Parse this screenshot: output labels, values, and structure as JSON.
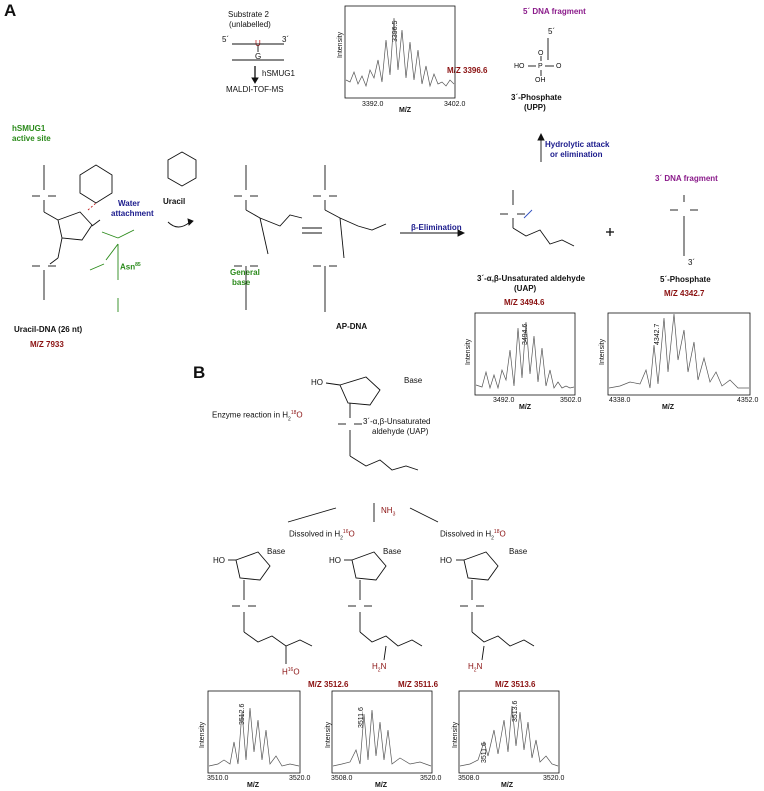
{
  "panel_a": "A",
  "panel_b": "B",
  "substrate": {
    "title": "Substrate 2",
    "subtitle": "(unlabelled)",
    "five": "5´",
    "three": "3´",
    "u": "U",
    "g": "G"
  },
  "enzyme": "hSMUG1",
  "method": "MALDI-TOF-MS",
  "spec_top": {
    "peak": "3396.5",
    "mz": "M/Z 3396.6",
    "x_left": "3392.0",
    "x_right": "3402.0",
    "xlabel": "M/Z",
    "ylabel": "Intensity"
  },
  "frag5": {
    "title": "5´ DNA fragment",
    "name": "3´-Phosphate",
    "abbr": "(UPP)",
    "top": "5´"
  },
  "hydro": {
    "line1": "Hydrolytic attack",
    "line2": "or elimination"
  },
  "frag3": {
    "title": "3´ DNA fragment"
  },
  "active_site": {
    "line1": "hSMUG1",
    "line2": "active site"
  },
  "water": {
    "line1": "Water",
    "line2": "attachment"
  },
  "uracil": "Uracil",
  "general_base": {
    "line1": "General",
    "line2": "base"
  },
  "asn": "Asn",
  "asn_sup": "85",
  "uracil_dna": {
    "name": "Uracil-DNA (26 nt)",
    "mz": "M/Z 7933"
  },
  "ap_dna": "AP-DNA",
  "beta_elim": "β-Elimination",
  "uap": {
    "name": "3´-α,β-Unsaturated aldehyde",
    "abbr": "(UAP)",
    "mz": "M/Z 3494.6"
  },
  "phos5": {
    "name": "5´-Phosphate",
    "mz": "M/Z 4342.7",
    "bottom": "3´"
  },
  "spec_uap": {
    "peak": "3494.6",
    "x_left": "3492.0",
    "x_right": "3502.0",
    "xlabel": "M/Z",
    "ylabel": "Intensity"
  },
  "spec_phos": {
    "peak": "4342.7",
    "x_left": "4338.0",
    "x_right": "4352.0",
    "xlabel": "M/Z",
    "ylabel": "Intensity"
  },
  "panel_b_labels": {
    "enzyme_reaction": "Enzyme reaction in H",
    "h2o_sub": "2",
    "o18_sup": "18",
    "o_letter": "O",
    "uap_line1": "3´-α,β-Unsaturated",
    "uap_line2": "aldehyde (UAP)",
    "nh3": "NH",
    "nh3_sub": "3",
    "dissolved_16": "Dissolved in H",
    "sup16": "16",
    "sup18": "18",
    "base": "Base",
    "ho": "HO",
    "h2n": "H",
    "n": "N"
  },
  "spec_b1": {
    "peak": "3512.6",
    "mz": "M/Z 3512.6",
    "x_left": "3510.0",
    "x_right": "3520.0",
    "xlabel": "M/Z",
    "ylabel": "Intensity"
  },
  "spec_b2": {
    "peak": "3511.6",
    "mz": "M/Z 3511.6",
    "x_left": "3508.0",
    "x_right": "3520.0",
    "xlabel": "M/Z",
    "ylabel": "Intensity"
  },
  "spec_b3": {
    "peak": "3513.6",
    "peak2": "3511.6",
    "mz": "M/Z 3513.6",
    "x_left": "3508.0",
    "x_right": "3520.0",
    "xlabel": "M/Z",
    "ylabel": "Intensity"
  },
  "colors": {
    "green": "#2a8a1a",
    "blue": "#1a1a8c",
    "red": "#8a1010",
    "purple": "#8a1a8a"
  }
}
